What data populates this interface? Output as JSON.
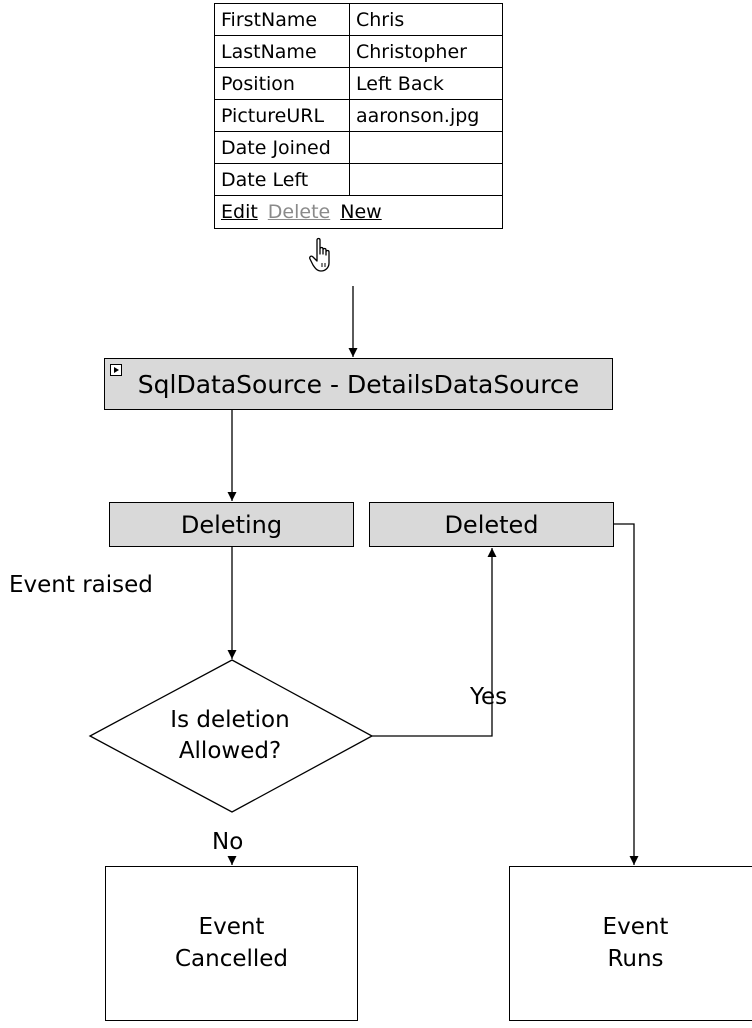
{
  "details_view": {
    "rows": [
      {
        "field": "FirstName",
        "value": "Chris"
      },
      {
        "field": "LastName",
        "value": "Christopher"
      },
      {
        "field": "Position",
        "value": "Left Back"
      },
      {
        "field": "PictureURL",
        "value": "aaronson.jpg"
      },
      {
        "field": "Date Joined",
        "value": ""
      },
      {
        "field": "Date Left",
        "value": ""
      }
    ],
    "commands": {
      "edit": "Edit",
      "delete": "Delete",
      "new": "New"
    },
    "cursor_icon": "hand-pointer-icon"
  },
  "flow": {
    "datasource_label": "SqlDataSource - DetailsDataSource",
    "deleting_label": "Deleting",
    "deleted_label": "Deleted",
    "event_raised_label": "Event raised",
    "decision_line1": "Is deletion",
    "decision_line2": "Allowed?",
    "yes_label": "Yes",
    "no_label": "No",
    "cancelled_line1": "Event",
    "cancelled_line2": "Cancelled",
    "runs_line1": "Event",
    "runs_line2": "Runs"
  },
  "colors": {
    "box_fill": "#d9d9d9",
    "disabled_link": "#8a8a8a",
    "line": "#000000"
  }
}
